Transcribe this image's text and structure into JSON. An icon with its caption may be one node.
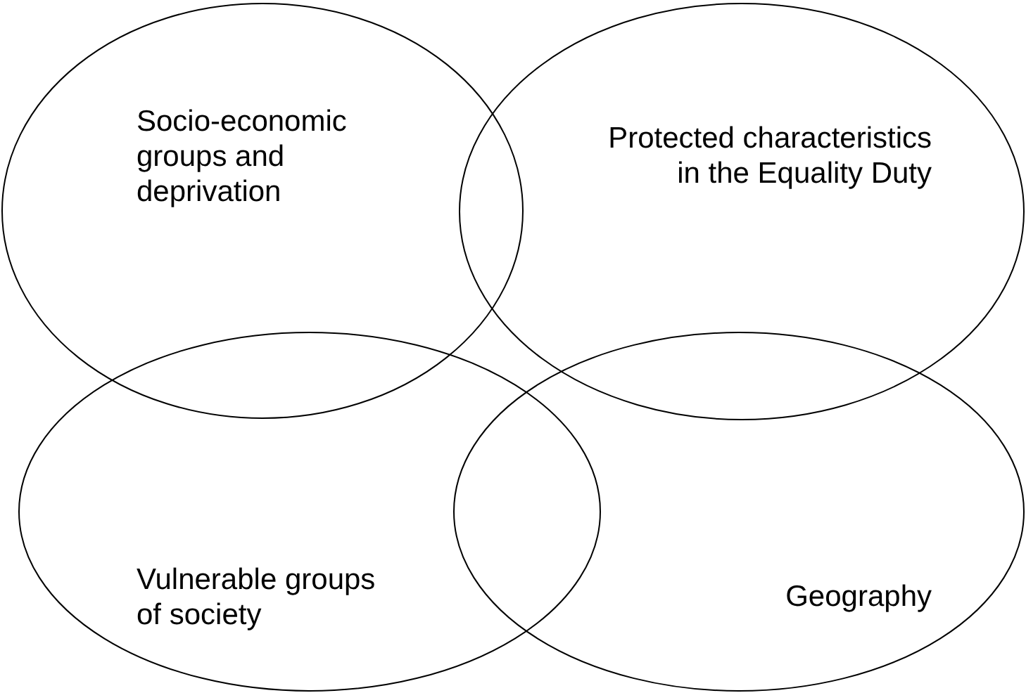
{
  "diagram": {
    "nodes": [
      {
        "text": [
          "Socio-economic groups and deprivation"
        ]
      },
      {
        "text": [
          "Protected characteristics in the Equality Duty"
        ]
      },
      {
        "text": [
          "Vulnerable groups of society"
        ]
      },
      {
        "text": [
          "Geography"
        ]
      }
    ]
  }
}
